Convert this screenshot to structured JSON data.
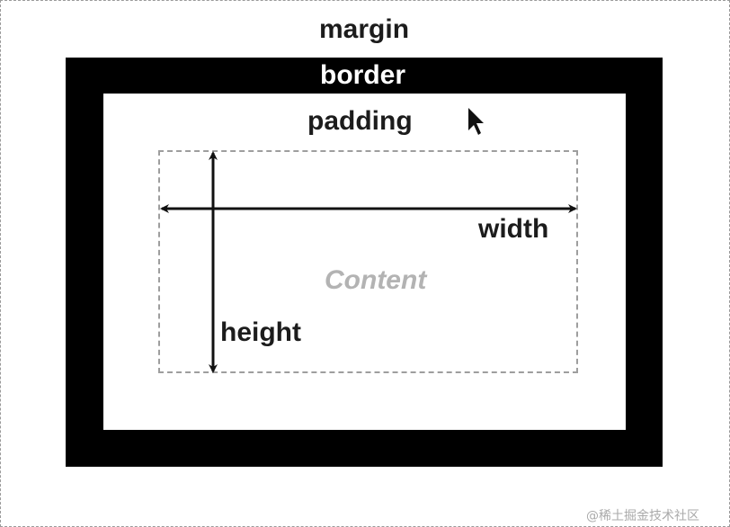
{
  "diagram": {
    "labels": {
      "margin": "margin",
      "border": "border",
      "padding": "padding",
      "content": "Content",
      "width": "width",
      "height": "height"
    },
    "colors": {
      "border_fill": "#000000",
      "content_label": "#b3b3b3",
      "content_outline": "#9e9e9e",
      "text": "#1c1c1c"
    }
  },
  "watermark": "@稀土掘金技术社区",
  "cursor_icon": "mouse-pointer-icon"
}
